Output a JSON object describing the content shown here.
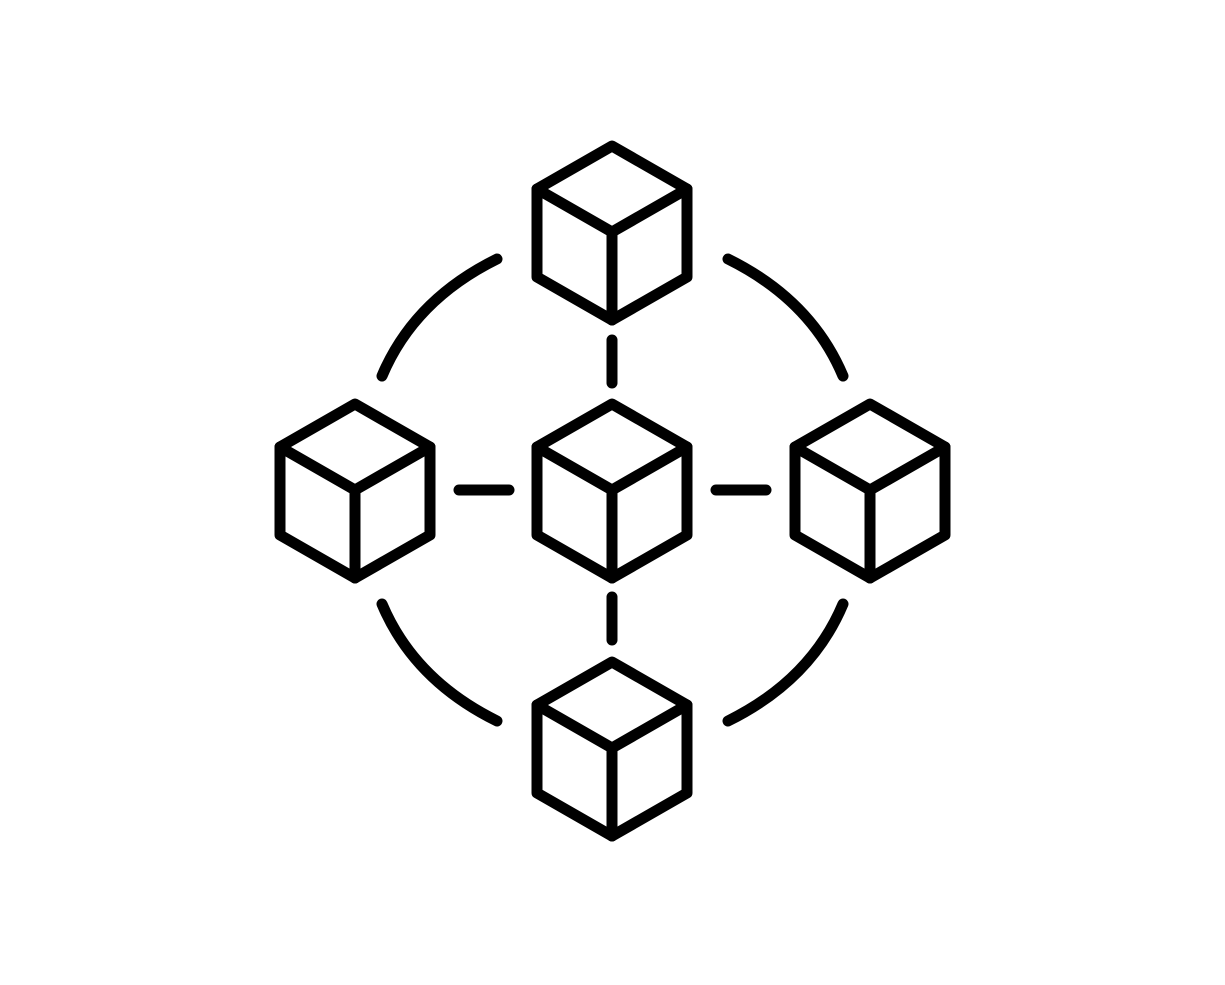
{
  "icon": {
    "name": "blockchain-network-icon",
    "stroke_color": "#000000",
    "background_color": "#ffffff",
    "nodes": [
      {
        "id": "top",
        "name": "cube-node-top-icon"
      },
      {
        "id": "left",
        "name": "cube-node-left-icon"
      },
      {
        "id": "center",
        "name": "cube-node-center-icon"
      },
      {
        "id": "right",
        "name": "cube-node-right-icon"
      },
      {
        "id": "bottom",
        "name": "cube-node-bottom-icon"
      }
    ],
    "links": [
      {
        "from": "top",
        "to": "center"
      },
      {
        "from": "left",
        "to": "center"
      },
      {
        "from": "center",
        "to": "right"
      },
      {
        "from": "center",
        "to": "bottom"
      }
    ],
    "ring_arcs": [
      "top-left",
      "top-right",
      "bottom-left",
      "bottom-right"
    ]
  }
}
